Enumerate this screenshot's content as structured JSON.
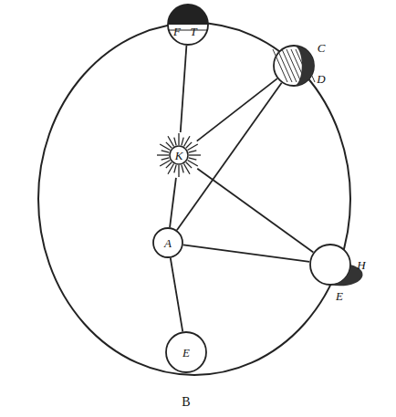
{
  "diagram": {
    "nodes": [
      {
        "text": [
          "F",
          "T"
        ]
      },
      {
        "text": [
          "K"
        ]
      },
      {
        "text": [
          "C",
          "D"
        ]
      },
      {
        "text": [
          "H",
          "E"
        ]
      },
      {
        "text": [
          "A"
        ]
      },
      {
        "text": [
          "E"
        ]
      }
    ],
    "edges": [
      {
        "from": 0,
        "to": 1,
        "arrow": "none"
      },
      {
        "from": 1,
        "to": 4,
        "arrow": "none"
      },
      {
        "from": 4,
        "to": 5,
        "arrow": "none"
      },
      {
        "from": 1,
        "to": 2,
        "arrow": "none"
      },
      {
        "from": 4,
        "to": 2,
        "arrow": "none"
      },
      {
        "from": 1,
        "to": 3,
        "arrow": "none"
      },
      {
        "from": 4,
        "to": 3,
        "arrow": "none"
      }
    ],
    "labels": [
      "B"
    ]
  }
}
